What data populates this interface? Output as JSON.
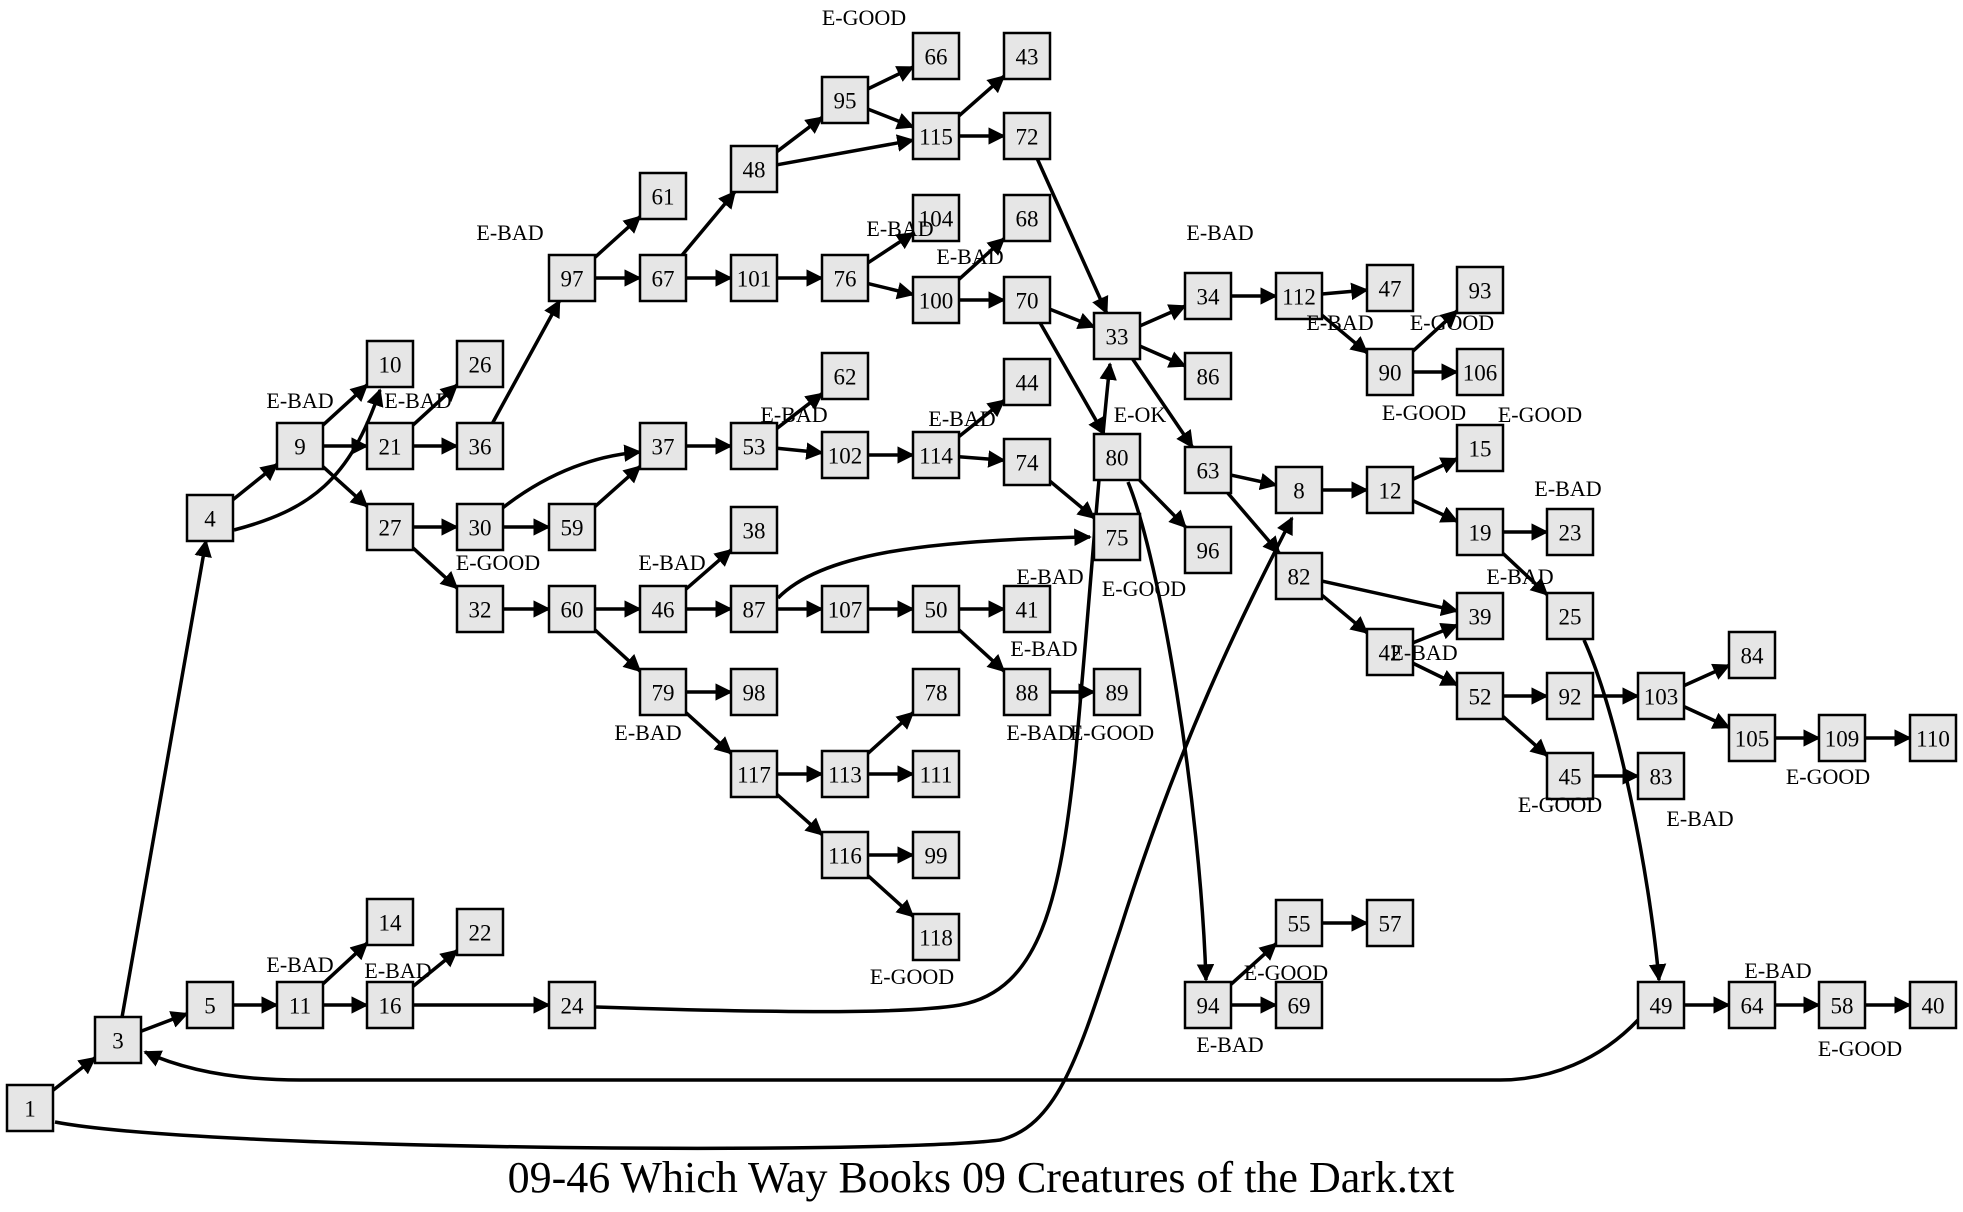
{
  "title": "09-46 Which Way Books 09 Creatures of the Dark.txt",
  "nodes": [
    "1",
    "3",
    "4",
    "5",
    "8",
    "9",
    "10",
    "11",
    "12",
    "14",
    "15",
    "16",
    "19",
    "21",
    "22",
    "23",
    "24",
    "25",
    "26",
    "27",
    "30",
    "32",
    "33",
    "34",
    "36",
    "37",
    "38",
    "39",
    "40",
    "41",
    "42",
    "43",
    "44",
    "45",
    "46",
    "47",
    "48",
    "49",
    "50",
    "52",
    "53",
    "55",
    "57",
    "58",
    "59",
    "60",
    "61",
    "62",
    "63",
    "64",
    "66",
    "67",
    "68",
    "69",
    "70",
    "72",
    "74",
    "75",
    "76",
    "78",
    "79",
    "80",
    "82",
    "83",
    "84",
    "86",
    "87",
    "88",
    "89",
    "90",
    "92",
    "93",
    "94",
    "95",
    "96",
    "97",
    "98",
    "99",
    "100",
    "101",
    "102",
    "103",
    "104",
    "105",
    "106",
    "107",
    "109",
    "110",
    "111",
    "112",
    "113",
    "114",
    "115",
    "116",
    "117",
    "118"
  ],
  "edges": [
    [
      "1",
      "3"
    ],
    [
      "1",
      "8"
    ],
    [
      "3",
      "4"
    ],
    [
      "3",
      "5"
    ],
    [
      "4",
      "9"
    ],
    [
      "4",
      "10"
    ],
    [
      "5",
      "11"
    ],
    [
      "9",
      "10"
    ],
    [
      "9",
      "21"
    ],
    [
      "9",
      "27"
    ],
    [
      "11",
      "14"
    ],
    [
      "11",
      "16"
    ],
    [
      "16",
      "22"
    ],
    [
      "16",
      "24"
    ],
    [
      "21",
      "26"
    ],
    [
      "21",
      "36"
    ],
    [
      "24",
      "33"
    ],
    [
      "27",
      "30"
    ],
    [
      "27",
      "32"
    ],
    [
      "30",
      "37"
    ],
    [
      "30",
      "59"
    ],
    [
      "59",
      "37"
    ],
    [
      "36",
      "97"
    ],
    [
      "97",
      "61"
    ],
    [
      "97",
      "67"
    ],
    [
      "67",
      "48"
    ],
    [
      "67",
      "101"
    ],
    [
      "48",
      "95"
    ],
    [
      "48",
      "115"
    ],
    [
      "95",
      "66"
    ],
    [
      "95",
      "115"
    ],
    [
      "115",
      "43"
    ],
    [
      "115",
      "72"
    ],
    [
      "72",
      "33"
    ],
    [
      "101",
      "76"
    ],
    [
      "76",
      "104"
    ],
    [
      "76",
      "100"
    ],
    [
      "100",
      "68"
    ],
    [
      "100",
      "70"
    ],
    [
      "70",
      "33"
    ],
    [
      "70",
      "80"
    ],
    [
      "37",
      "53"
    ],
    [
      "53",
      "62"
    ],
    [
      "53",
      "102"
    ],
    [
      "102",
      "114"
    ],
    [
      "114",
      "44"
    ],
    [
      "114",
      "74"
    ],
    [
      "74",
      "75"
    ],
    [
      "32",
      "60"
    ],
    [
      "60",
      "46"
    ],
    [
      "60",
      "79"
    ],
    [
      "46",
      "38"
    ],
    [
      "46",
      "87"
    ],
    [
      "87",
      "75"
    ],
    [
      "87",
      "107"
    ],
    [
      "107",
      "50"
    ],
    [
      "50",
      "41"
    ],
    [
      "50",
      "88"
    ],
    [
      "88",
      "89"
    ],
    [
      "79",
      "98"
    ],
    [
      "79",
      "117"
    ],
    [
      "117",
      "113"
    ],
    [
      "117",
      "116"
    ],
    [
      "113",
      "78"
    ],
    [
      "113",
      "111"
    ],
    [
      "116",
      "99"
    ],
    [
      "116",
      "118"
    ],
    [
      "33",
      "34"
    ],
    [
      "33",
      "86"
    ],
    [
      "33",
      "63"
    ],
    [
      "34",
      "112"
    ],
    [
      "112",
      "47"
    ],
    [
      "112",
      "90"
    ],
    [
      "90",
      "93"
    ],
    [
      "90",
      "106"
    ],
    [
      "80",
      "96"
    ],
    [
      "80",
      "94"
    ],
    [
      "94",
      "55"
    ],
    [
      "94",
      "69"
    ],
    [
      "55",
      "57"
    ],
    [
      "63",
      "8"
    ],
    [
      "63",
      "82"
    ],
    [
      "8",
      "12"
    ],
    [
      "12",
      "15"
    ],
    [
      "12",
      "19"
    ],
    [
      "19",
      "23"
    ],
    [
      "19",
      "25"
    ],
    [
      "25",
      "49"
    ],
    [
      "82",
      "39"
    ],
    [
      "82",
      "42"
    ],
    [
      "42",
      "39"
    ],
    [
      "42",
      "52"
    ],
    [
      "52",
      "92"
    ],
    [
      "52",
      "45"
    ],
    [
      "45",
      "83"
    ],
    [
      "92",
      "103"
    ],
    [
      "103",
      "84"
    ],
    [
      "103",
      "105"
    ],
    [
      "105",
      "109"
    ],
    [
      "109",
      "110"
    ],
    [
      "49",
      "3"
    ],
    [
      "49",
      "64"
    ],
    [
      "64",
      "58"
    ],
    [
      "58",
      "40"
    ]
  ],
  "labels": [
    "E-GOOD",
    "E-BAD",
    "E-BAD",
    "E-BAD",
    "E-BAD",
    "E-BAD",
    "E-BAD",
    "E-OK",
    "E-BAD",
    "E-BAD",
    "E-GOOD",
    "E-BAD",
    "E-BAD",
    "E-GOOD",
    "E-GOOD",
    "E-GOOD",
    "E-BAD",
    "E-BAD",
    "E-BAD",
    "E-BAD",
    "E-GOOD",
    "E-BAD",
    "E-BAD",
    "E-GOOD",
    "E-BAD",
    "E-GOOD",
    "E-BAD",
    "E-GOOD",
    "E-GOOD",
    "E-BAD",
    "E-GOOD",
    "E-BAD",
    "E-BAD",
    "E-GOOD",
    "E-BAD"
  ]
}
